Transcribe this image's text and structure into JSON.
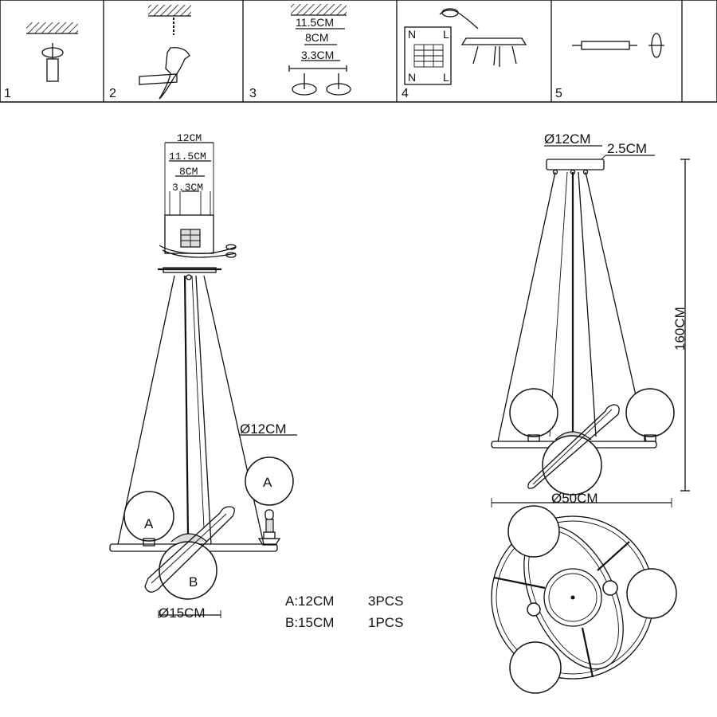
{
  "steps": [
    "1",
    "2",
    "3",
    "4",
    "5"
  ],
  "step3": {
    "dim_outer": "11.5CM",
    "dim_mid": "8CM",
    "dim_inner": "3.3CM"
  },
  "step4": {
    "n_top": "N",
    "l_top": "L",
    "n_bottom": "N",
    "l_bottom": "L"
  },
  "left_view": {
    "dim_12": "12CM",
    "dim_11_5": "11.5CM",
    "dim_8": "8CM",
    "dim_3_3": "3.3CM",
    "globe_a_dim": "Ø12CM",
    "globe_b_dim": "Ø15CM",
    "label_a": "A",
    "label_b": "B"
  },
  "parts": [
    {
      "code": "A:12CM",
      "qty": "3PCS"
    },
    {
      "code": "B:15CM",
      "qty": "1PCS"
    }
  ],
  "right_view": {
    "canopy_dim": "Ø12CM",
    "canopy_height": "2.5CM",
    "height": "160CM",
    "ring_dim": "Ø50CM"
  }
}
